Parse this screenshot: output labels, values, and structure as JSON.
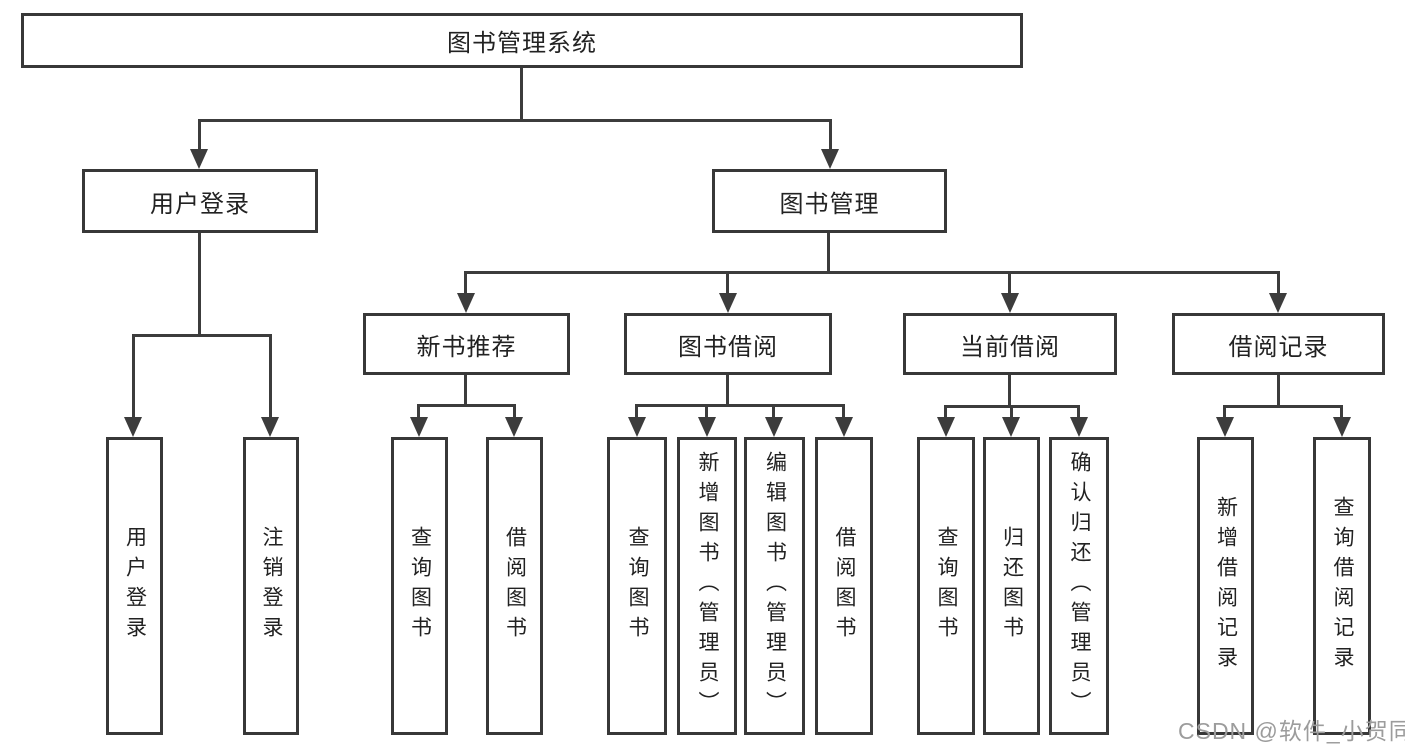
{
  "tree": {
    "root": {
      "label": "图书管理系统"
    },
    "level1": [
      {
        "label": "用户登录",
        "children": [
          {
            "label": "用户登录"
          },
          {
            "label": "注销登录"
          }
        ]
      },
      {
        "label": "图书管理",
        "children": [
          {
            "label": "新书推荐",
            "children": [
              {
                "label": "查询图书"
              },
              {
                "label": "借阅图书"
              }
            ]
          },
          {
            "label": "图书借阅",
            "children": [
              {
                "label": "查询图书"
              },
              {
                "label": "新增图书（管理员）"
              },
              {
                "label": "编辑图书（管理员）"
              },
              {
                "label": "借阅图书"
              }
            ]
          },
          {
            "label": "当前借阅",
            "children": [
              {
                "label": "查询图书"
              },
              {
                "label": "归还图书"
              },
              {
                "label": "确认归还（管理员）"
              }
            ]
          },
          {
            "label": "借阅记录",
            "children": [
              {
                "label": "新增借阅记录"
              },
              {
                "label": "查询借阅记录"
              }
            ]
          }
        ]
      }
    ]
  },
  "watermark": {
    "text": "CSDN @软件_小贺同学"
  },
  "colors": {
    "line": "#3c3c3c",
    "box_border": "#383838",
    "text": "#222222",
    "watermark": "#9c9c9c",
    "background": "#ffffff"
  }
}
